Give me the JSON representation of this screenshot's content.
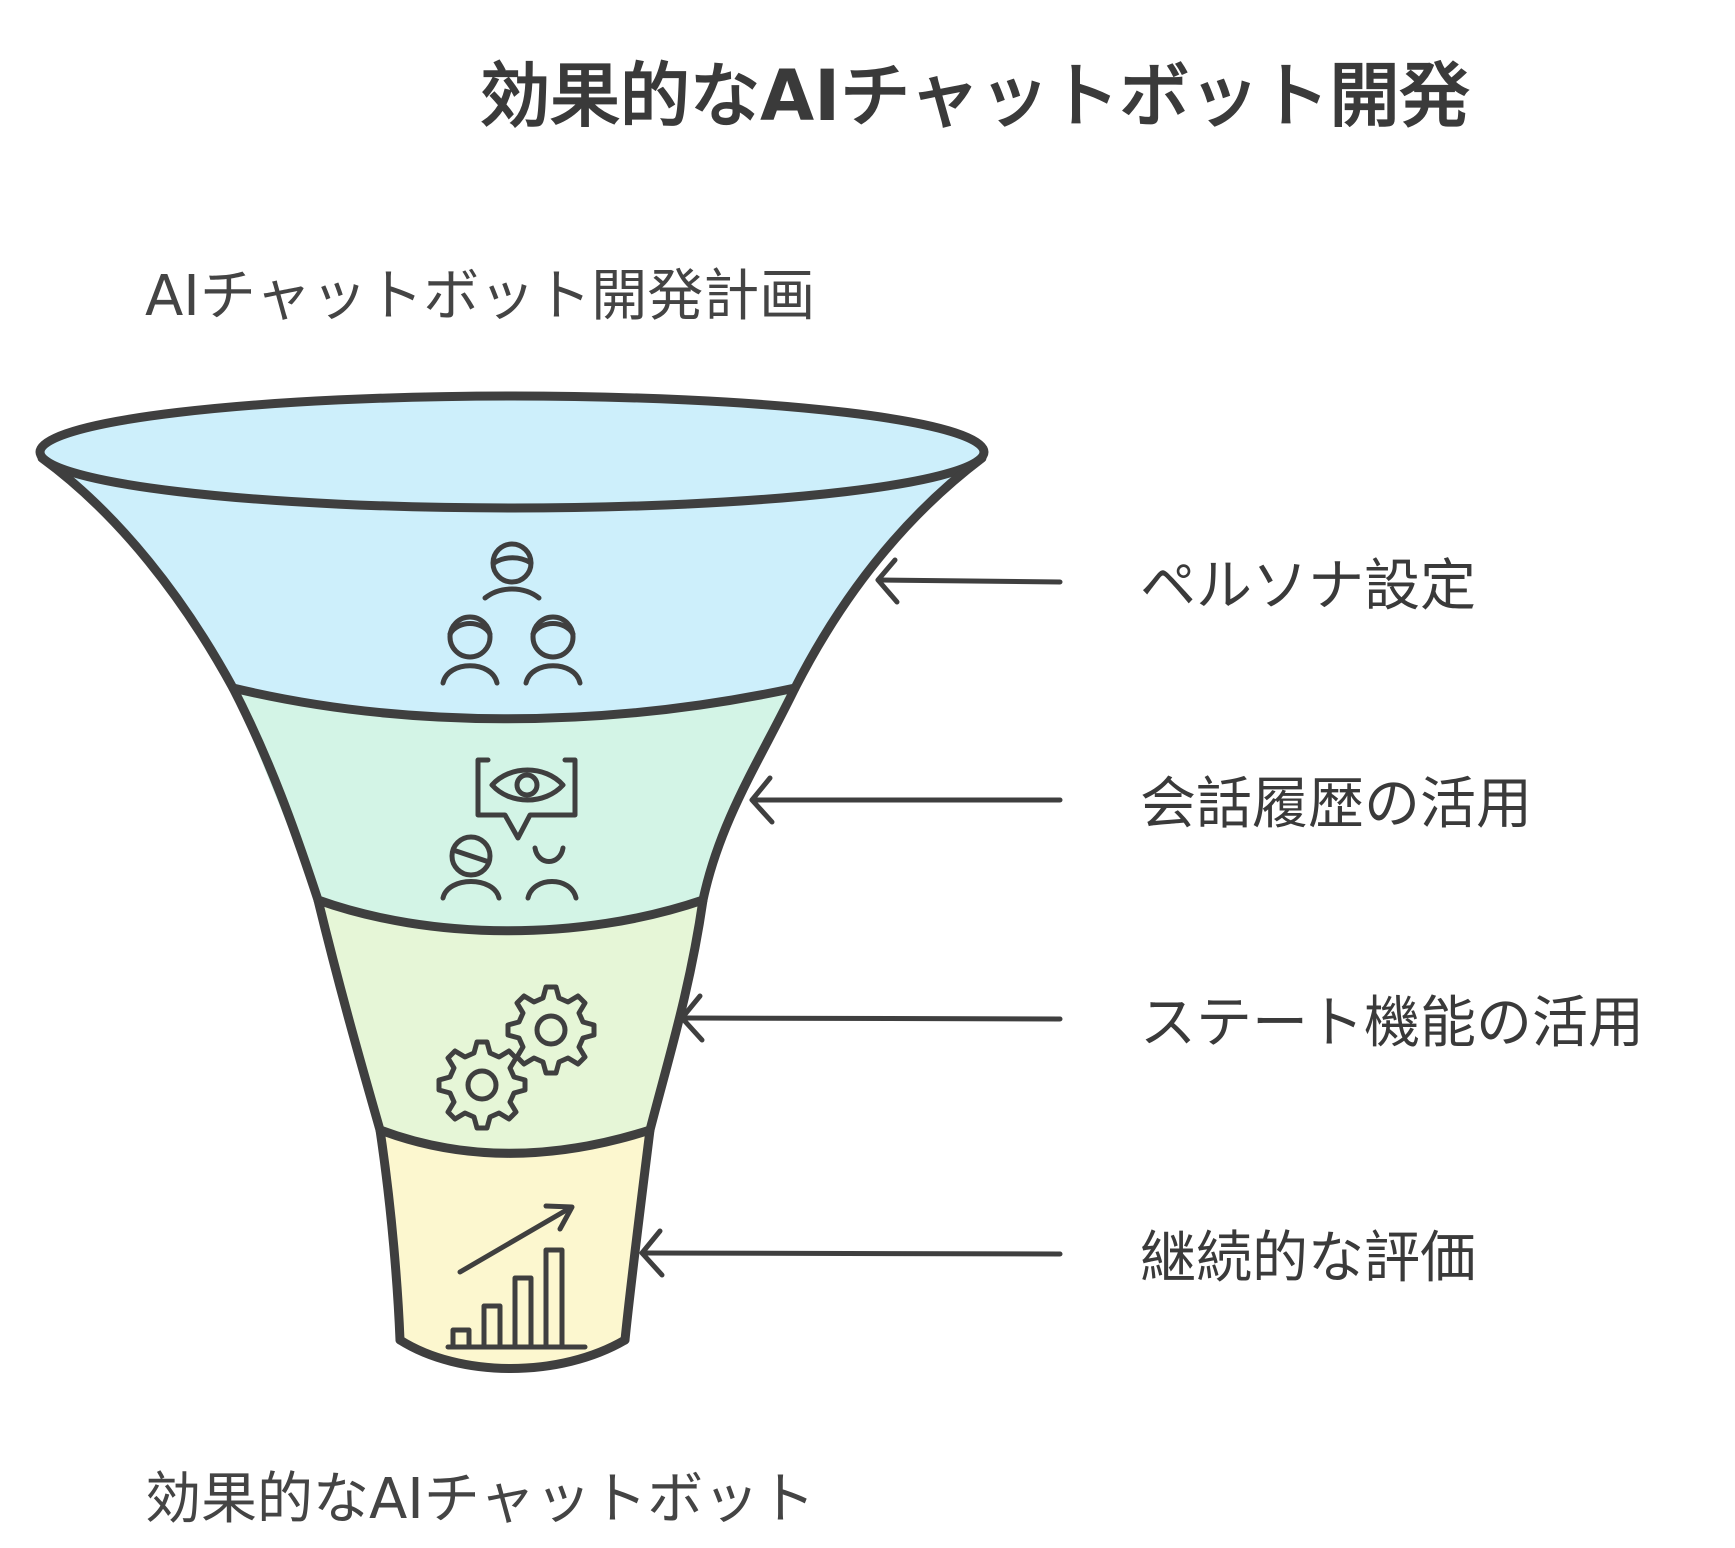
{
  "title": "効果的なAIチャットボット開発",
  "top_label": "AIチャットボット開発計画",
  "bottom_label": "効果的なAIチャットボット",
  "stages": [
    {
      "label": "ペルソナ設定",
      "icon": "people-group-icon",
      "color": "#cdeffb"
    },
    {
      "label": "会話履歴の活用",
      "icon": "eye-speech-people-icon",
      "color": "#d3f4e6"
    },
    {
      "label": "ステート機能の活用",
      "icon": "gears-icon",
      "color": "#e6f6d7"
    },
    {
      "label": "継続的な評価",
      "icon": "growth-chart-icon",
      "color": "#fcf7cf"
    }
  ]
}
